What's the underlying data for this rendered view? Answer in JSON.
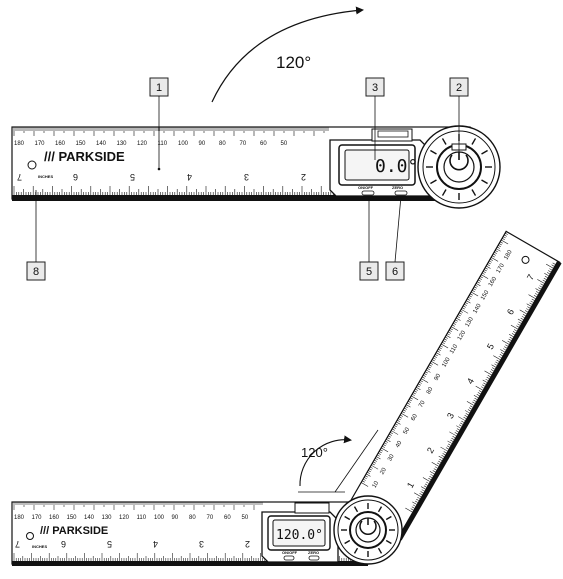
{
  "angles": {
    "top": "120°",
    "bottom": "120°"
  },
  "brand": "/// PARKSIDE",
  "lcd": {
    "top_value": "0.0°",
    "bottom_value": "120.0°"
  },
  "callouts": [
    "1",
    "2",
    "3",
    "5",
    "6",
    "8"
  ],
  "scale_cm_labels": [
    "180",
    "170",
    "160",
    "150",
    "140",
    "130",
    "120",
    "110",
    "100",
    "90",
    "80",
    "70",
    "60",
    "50"
  ],
  "scale_inch_labels": [
    "7",
    "6",
    "5",
    "4",
    "3",
    "2"
  ],
  "scale_inch_labels_folded": [
    "1",
    "2",
    "3",
    "4",
    "5",
    "6",
    "7"
  ],
  "scale_cm_labels_folded": [
    "10",
    "20",
    "30",
    "40",
    "50",
    "60",
    "70",
    "80",
    "90",
    "100",
    "110",
    "120",
    "130",
    "140",
    "150",
    "160",
    "170",
    "180"
  ],
  "inches_word": "INCHES",
  "button_labels": [
    "ON/OFF",
    "ZERO"
  ]
}
